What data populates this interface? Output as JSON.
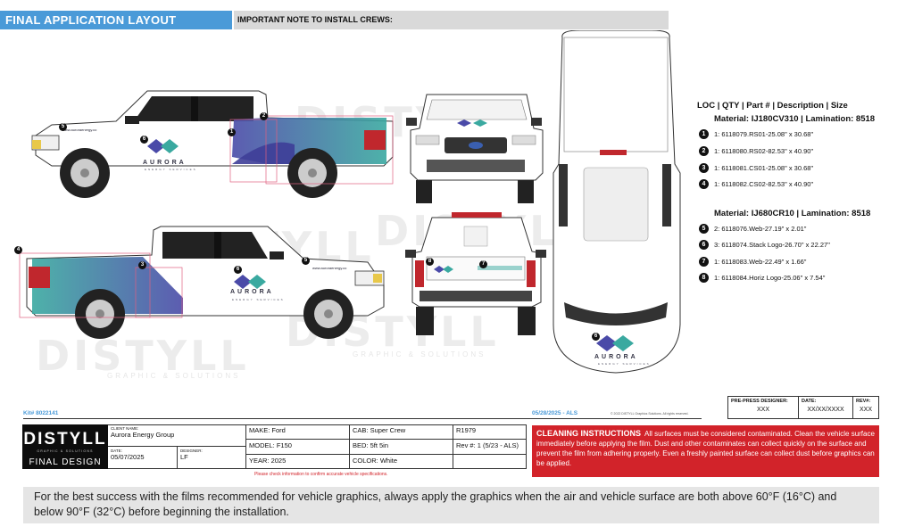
{
  "header": {
    "title": "FINAL APPLICATION LAYOUT",
    "note": "IMPORTANT NOTE TO INSTALL CREWS:"
  },
  "watermark": {
    "brand": "DISTYLL",
    "sub": "GRAPHIC & SOLUTIONS"
  },
  "vehicle_graphics": {
    "brand": "AURORA",
    "brand_sub": "ENERGY SERVICES",
    "url": "www.auroraenergy.co"
  },
  "legend": {
    "heading": "LOC | QTY | Part # | Description | Size",
    "groups": [
      {
        "material": "Material: IJ180CV310 | Lamination: 8518",
        "items": [
          {
            "n": "1",
            "text": "1: 6118079.RS01-25.08\" x 30.68\""
          },
          {
            "n": "2",
            "text": "1: 6118080.RS02-82.53\" x 40.90\""
          },
          {
            "n": "3",
            "text": "1: 6118081.CS01-25.08\" x 30.68\""
          },
          {
            "n": "4",
            "text": "1: 6118082.CS02-82.53\" x 40.90\""
          }
        ]
      },
      {
        "material": "Material: IJ680CR10 | Lamination: 8518",
        "items": [
          {
            "n": "5",
            "text": "2: 6118076.Web-27.19\" x 2.01\""
          },
          {
            "n": "6",
            "text": "3: 6118074.Stack Logo-26.70\" x 22.27\""
          },
          {
            "n": "7",
            "text": "1: 6118083.Web-22.49\" x 1.66\""
          },
          {
            "n": "8",
            "text": "1: 6118084.Horiz Logo-25.06\" x 7.54\""
          }
        ]
      }
    ]
  },
  "kit": "Kit# 8022141",
  "proof_date": "05/28/2025 - ALS",
  "copyright": "© 2022 DISTYLL Graphics Solutions. All rights reserved.",
  "prepress": {
    "designer_label": "PRE-PRESS DESIGNER:",
    "designer_value": "XXX",
    "date_label": "DATE:",
    "date_value": "XX/XX/XXXX",
    "rev_label": "REV#:",
    "rev_value": "XXX"
  },
  "title_block": {
    "logo": "DISTYLL",
    "logo_sub": "GRAPHIC & SOLUTIONS",
    "logo_caption": "FINAL DESIGN",
    "client_label": "CLIENT NAME:",
    "client": "Aurora Energy Group",
    "date_label": "DATE:",
    "date": "05/07/2025",
    "designer_label": "DESIGNER:",
    "designer": "LF",
    "make": "MAKE: Ford",
    "model": "MODEL:  F150",
    "year": "YEAR:  2025",
    "cab": "CAB:  Super Crew",
    "bed": "BED:  5ft 5in",
    "color": "COLOR:  White",
    "job": "R1979",
    "rev": "Rev #:  1 (5/23 - ALS)",
    "warning": "Please check information to confirm accurate vehicle specifications."
  },
  "cleaning": {
    "title": "CLEANING INSTRUCTIONS",
    "text": "All surfaces must be considered contaminated. Clean the vehicle surface immediately before applying the film. Dust and other contaminates can collect quickly on the surface and prevent the film from adhering properly. Even a freshly painted surface can collect dust before graphics can be applied."
  },
  "footer": {
    "text": "For the best success with the films recommended for vehicle graphics, always apply the graphics when the air and vehicle surface are both above 60°F (16°C) and below 90°F (32°C) before beginning the installation."
  },
  "colors": {
    "accent_blue": "#4a9ad8",
    "warning_red": "#d2232a",
    "graphic_teal": "#3aa9a0",
    "graphic_purple": "#4a4aa8"
  }
}
